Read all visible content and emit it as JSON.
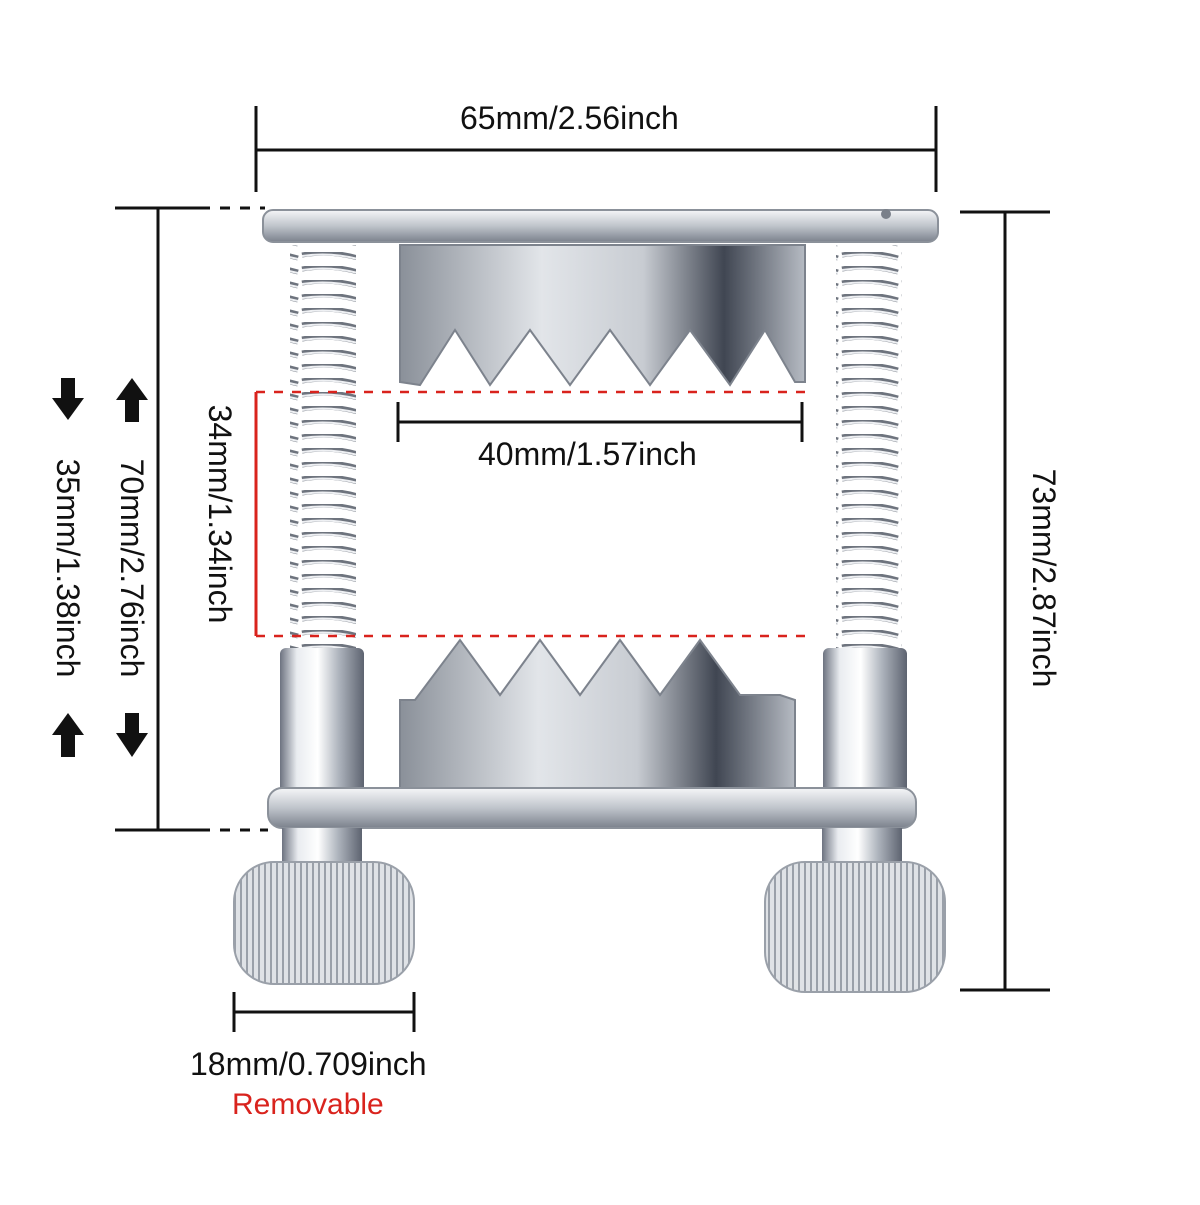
{
  "dimensions": {
    "width_top": "65mm/2.56inch",
    "teeth_width": "40mm/1.57inch",
    "opening": "34mm/1.34inch",
    "overall_height": "73mm/2.87inch",
    "travel": "70mm/2.76inch",
    "closed": "35mm/1.38inch",
    "knob": "18mm/0.709inch"
  },
  "note": "Removable",
  "colors": {
    "line": "#111111",
    "accent_red": "#d9231d",
    "metal_light": "#f2f4f7",
    "metal_mid": "#b9bec6",
    "metal_dark": "#6d7380"
  },
  "icons": [
    "arrow-up-icon",
    "arrow-down-icon"
  ]
}
